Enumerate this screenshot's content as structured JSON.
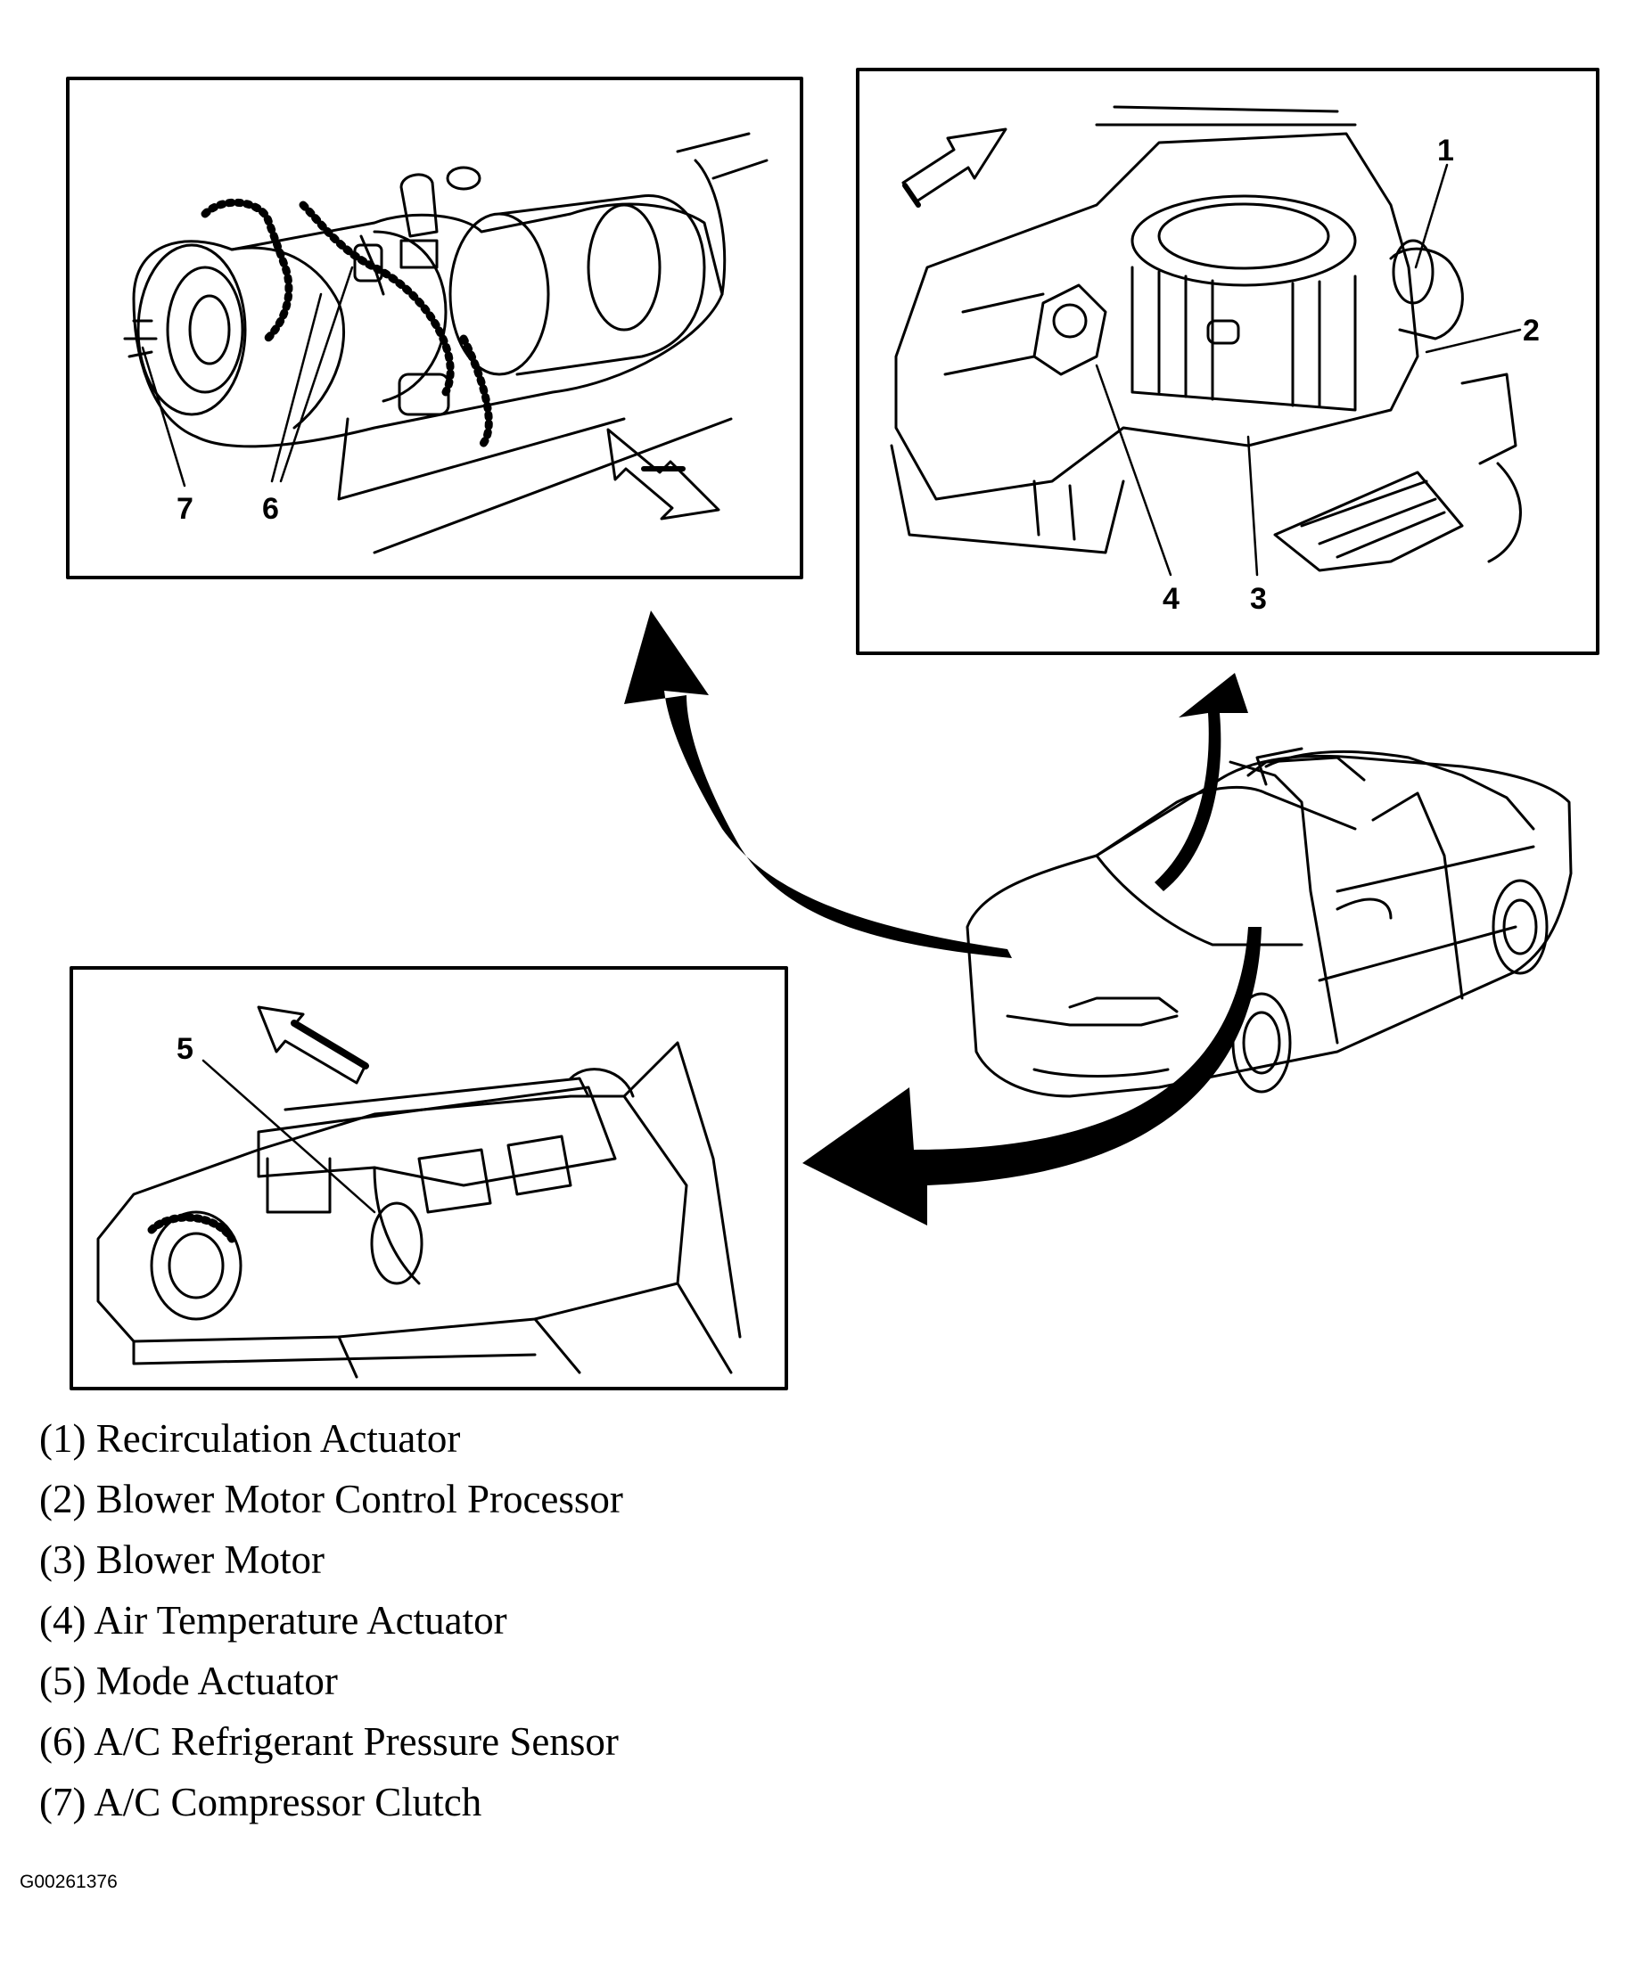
{
  "callouts": {
    "c1": "1",
    "c2": "2",
    "c3": "3",
    "c4": "4",
    "c5": "5",
    "c6": "6",
    "c7": "7"
  },
  "legend": [
    "(1) Recirculation Actuator",
    "(2) Blower Motor Control Processor",
    "(3) Blower Motor",
    "(4) Air Temperature Actuator",
    "(5) Mode Actuator",
    "(6) A/C Refrigerant Pressure Sensor",
    "(7) A/C Compressor Clutch"
  ],
  "figure_id": "G00261376"
}
